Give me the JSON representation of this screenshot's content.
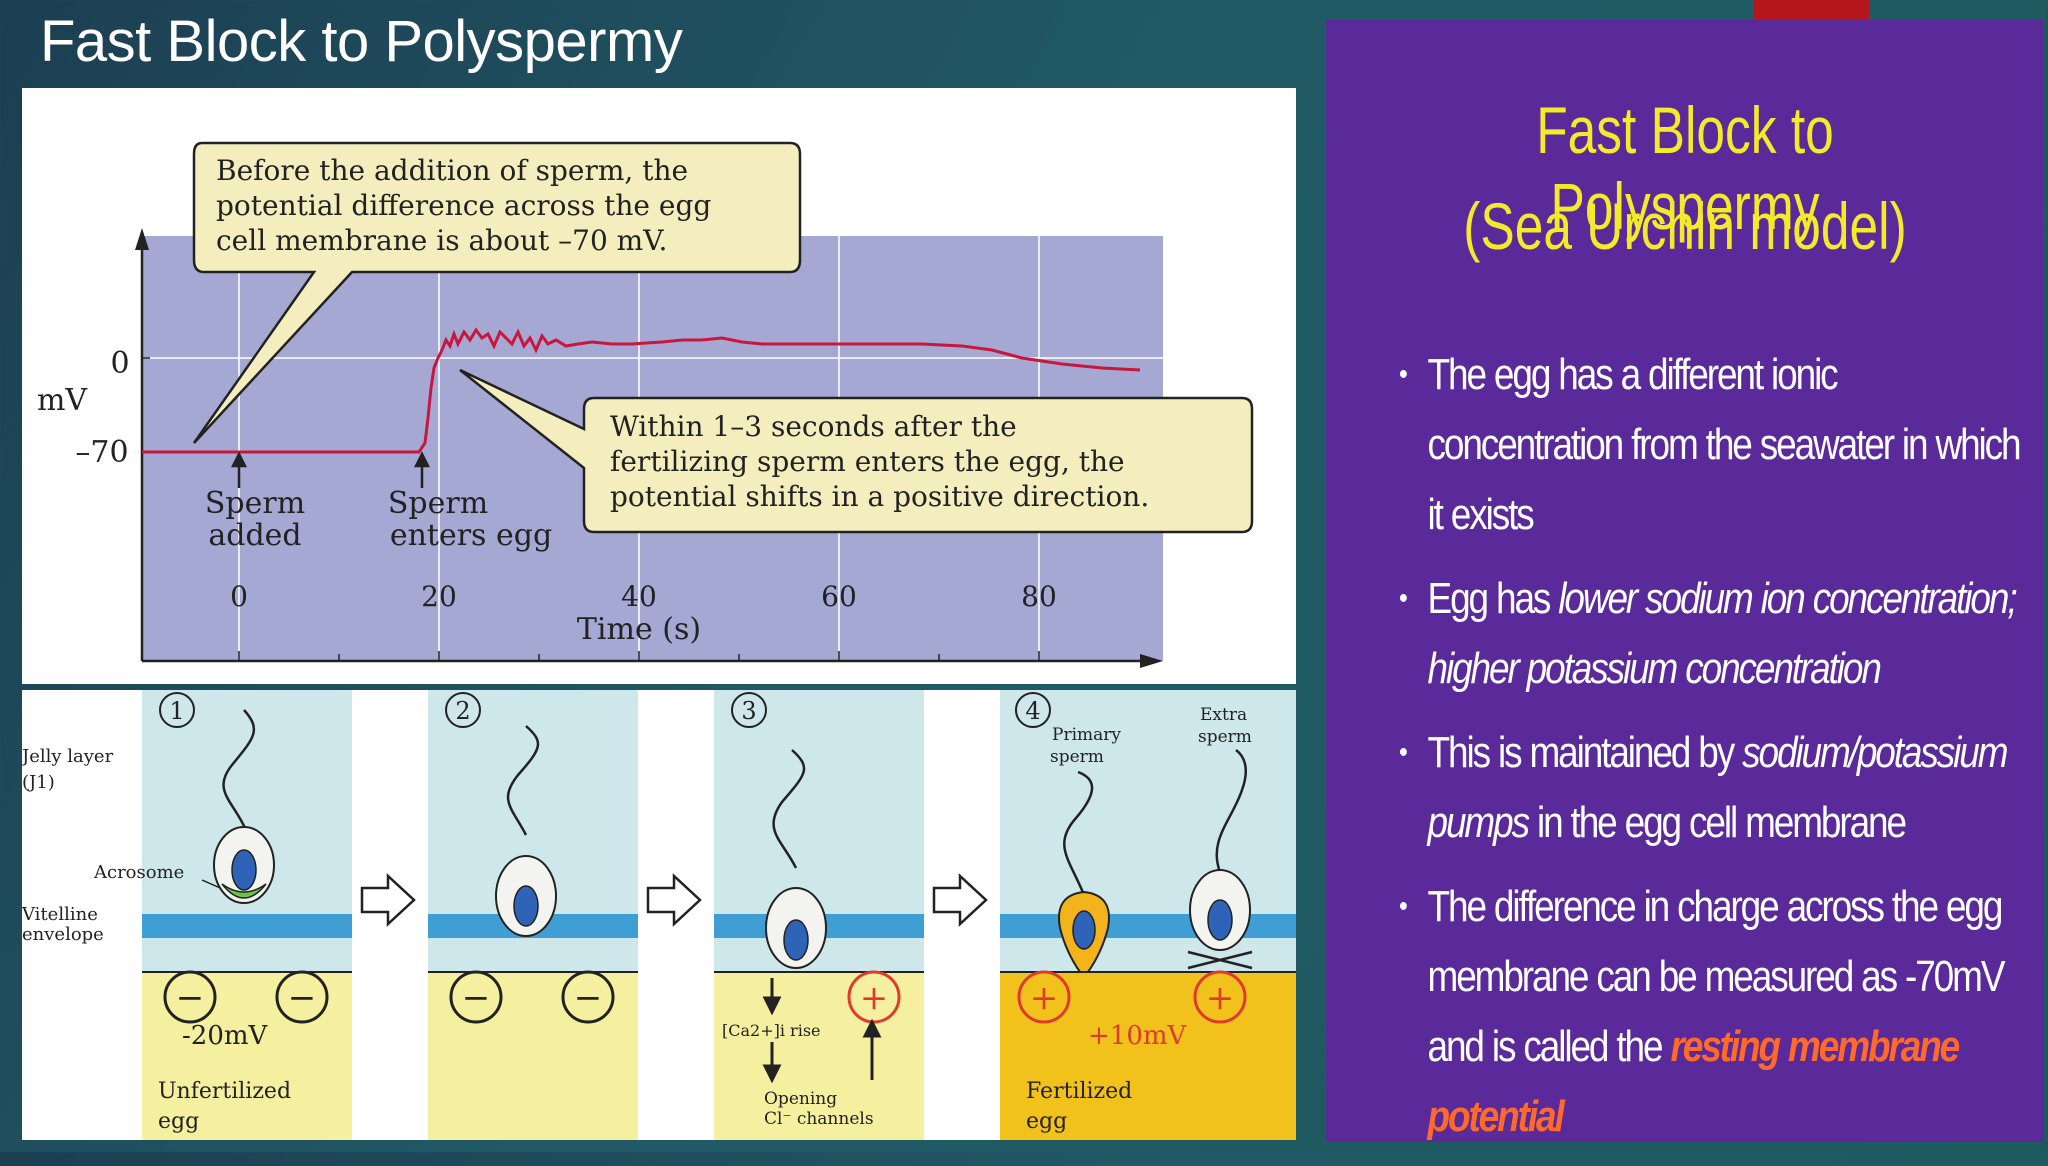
{
  "slide_title": "Fast Block to Polyspermy",
  "colors": {
    "panel_purple": "#5a2a9a",
    "title_yellow": "#f3ea2a",
    "highlight": "#ff6a2a",
    "trace": "#c8163e",
    "plot_bg": "#a4a8d2"
  },
  "graph": {
    "y_axis_label": "mV",
    "y_ticks": [
      "0",
      "–70"
    ],
    "x_ticks": [
      "0",
      "20",
      "40",
      "60",
      "80"
    ],
    "x_label": "Time (s)",
    "arrow1_label_line1": "Sperm",
    "arrow1_label_line2": "added",
    "arrow2_label_line1": "Sperm",
    "arrow2_label_line2": "enters egg",
    "callout1": [
      "Before the addition of sperm, the",
      "potential difference across the egg",
      "cell membrane is about –70 mV."
    ],
    "callout2": [
      "Within 1–3 seconds after the",
      "fertilizing sperm enters the egg, the",
      "potential shifts in a positive direction."
    ]
  },
  "diagram": {
    "step_numbers": [
      "1",
      "2",
      "3",
      "4"
    ],
    "jelly_label": [
      "Jelly layer",
      "(J1)"
    ],
    "acrosome_label": "Acrosome",
    "vitelline_label": [
      "Vitelline",
      "envelope"
    ],
    "minus_sign": "−",
    "plus_sign": "+",
    "step1_voltage": "-20mV",
    "step1_label": [
      "Unfertilized",
      "egg"
    ],
    "step3_ca_label": "[Ca2+]i rise",
    "step3_channels": [
      "Opening",
      "Cl⁻ channels"
    ],
    "step4_primary": [
      "Primary",
      "sperm"
    ],
    "step4_extra": [
      "Extra",
      "sperm"
    ],
    "step4_voltage": "+10mV",
    "step4_label": [
      "Fertilized",
      "egg"
    ]
  },
  "right_panel": {
    "title_line1": "Fast Block to Polyspermy",
    "title_line2": "(Sea Urchin model)",
    "bullets": [
      {
        "text": "The egg has a different ionic concentration from the seawater in which it exists"
      },
      {
        "lead": "Egg has ",
        "em": "lower sodium ion concentration; higher potassium concentration"
      },
      {
        "lead": "This is maintained by ",
        "em": "sodium/potassium pumps",
        "tail": " in the egg cell membrane"
      },
      {
        "lead": "The difference in charge across the egg membrane can be measured as -70mV and is called the ",
        "hot": "resting membrane potential"
      }
    ]
  }
}
